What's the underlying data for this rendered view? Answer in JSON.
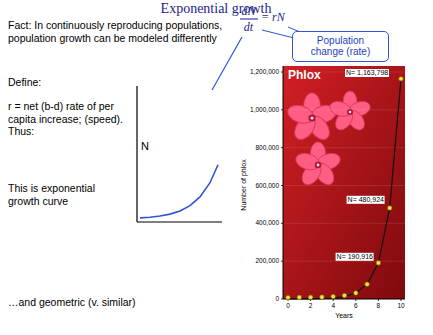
{
  "diagram": {
    "title": "Exponential growth",
    "nodes": [
      {
        "text": [
          "Population change (rate)"
        ]
      }
    ],
    "labels": [
      "Fact: In continuously reproducing populations, population growth can be modeled differently",
      "dN",
      "dt",
      "= rN",
      "Define:",
      "r = net (b-d) rate of per capita increase; (speed). Thus:",
      "N",
      "This is exponential growth curve",
      "…and geometric (v. similar)",
      "Phlox",
      "N= 1,163,798",
      "N= 480,924",
      "N= 190,916",
      "Number of phlox",
      "1,200,000",
      "1,000,000",
      "800,000",
      "600,000",
      "400,000",
      "200,000",
      "0",
      "0",
      "2",
      "4",
      "6",
      "8",
      "10",
      "Years"
    ]
  }
}
